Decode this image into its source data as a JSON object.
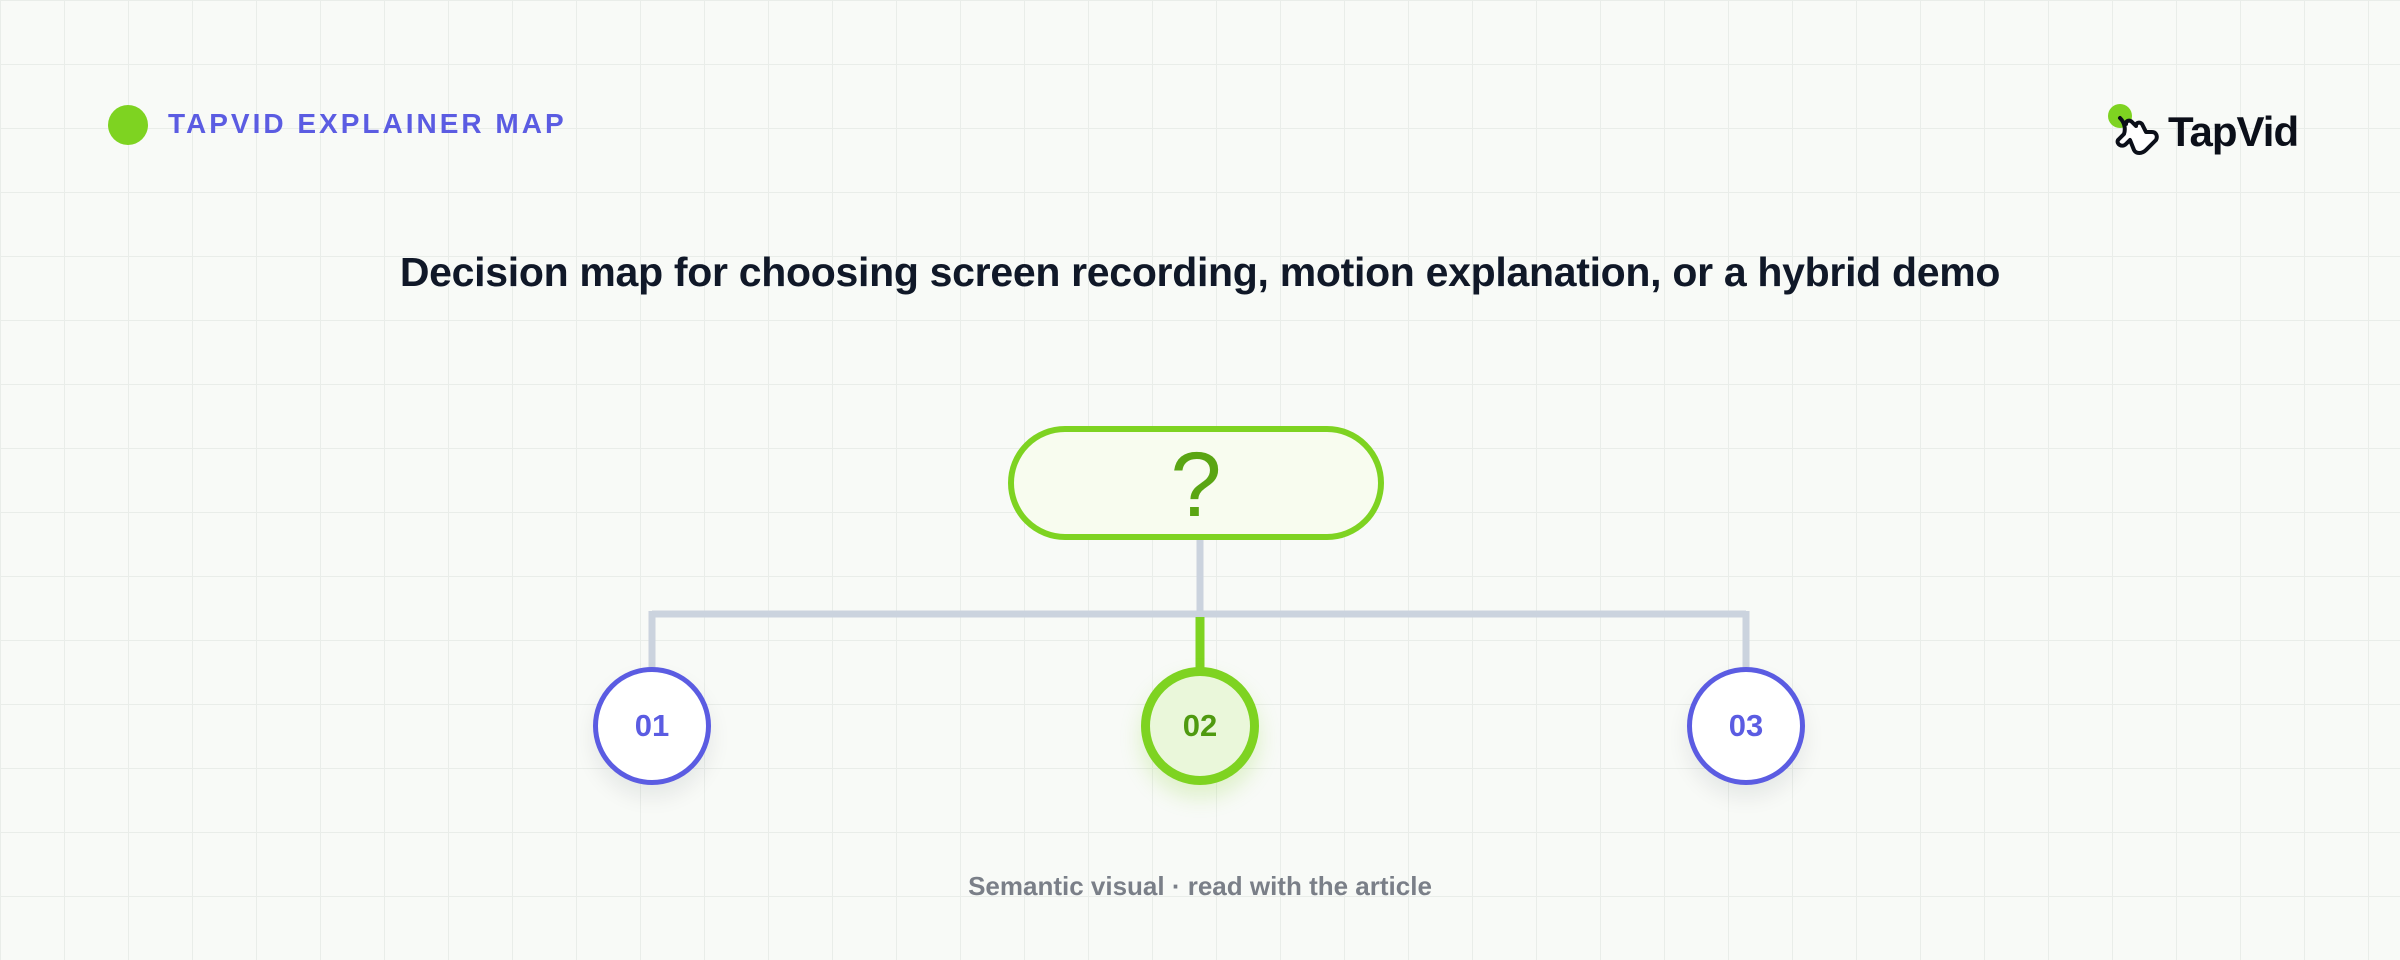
{
  "header": {
    "brand_label": "TAPVID EXPLAINER MAP",
    "logo_text": "TapVid",
    "logo_icon": "pointing-hand-icon"
  },
  "title": "Decision map for choosing screen recording, motion explanation, or a hybrid demo",
  "diagram": {
    "root": {
      "label": "?"
    },
    "options": [
      {
        "label": "01",
        "highlighted": false
      },
      {
        "label": "02",
        "highlighted": true
      },
      {
        "label": "03",
        "highlighted": false
      }
    ]
  },
  "footer": {
    "note": "Semantic visual · read with the article"
  },
  "colors": {
    "accent_green": "#7ed321",
    "accent_indigo": "#5b5ce2",
    "connector_gray": "#cbd3de",
    "title_dark": "#101828",
    "muted_text": "#7a7f88"
  }
}
